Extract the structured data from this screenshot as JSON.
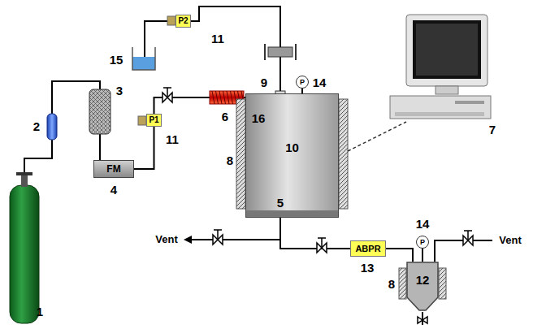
{
  "diagram": {
    "nodes": [
      {
        "text": [
          "P2"
        ]
      },
      {
        "text": [
          "P1"
        ]
      },
      {
        "text": [
          "FM"
        ]
      },
      {
        "text": [
          "10"
        ]
      },
      {
        "text": [
          "ABPR"
        ]
      },
      {
        "text": [
          "12"
        ]
      },
      {
        "text": [
          "P"
        ]
      },
      {
        "text": [
          "P"
        ]
      }
    ],
    "edges": [
      {
        "from": 2,
        "to": 1,
        "arrow": "none"
      },
      {
        "from": 1,
        "to": 3,
        "arrow": "none"
      },
      {
        "from": 0,
        "to": 3,
        "arrow": "none"
      },
      {
        "from": 6,
        "to": 3,
        "arrow": "none"
      },
      {
        "from": 3,
        "to": 4,
        "arrow": "none"
      },
      {
        "from": 4,
        "to": 5,
        "arrow": "none"
      },
      {
        "from": 7,
        "to": 5,
        "arrow": "none"
      }
    ],
    "labels": [
      "11",
      "15",
      "14",
      "9",
      "16",
      "8",
      "5",
      "7",
      "11",
      "3",
      "2",
      "1",
      "4",
      "6",
      "Vent",
      "13",
      "14",
      "8",
      "Vent"
    ]
  }
}
